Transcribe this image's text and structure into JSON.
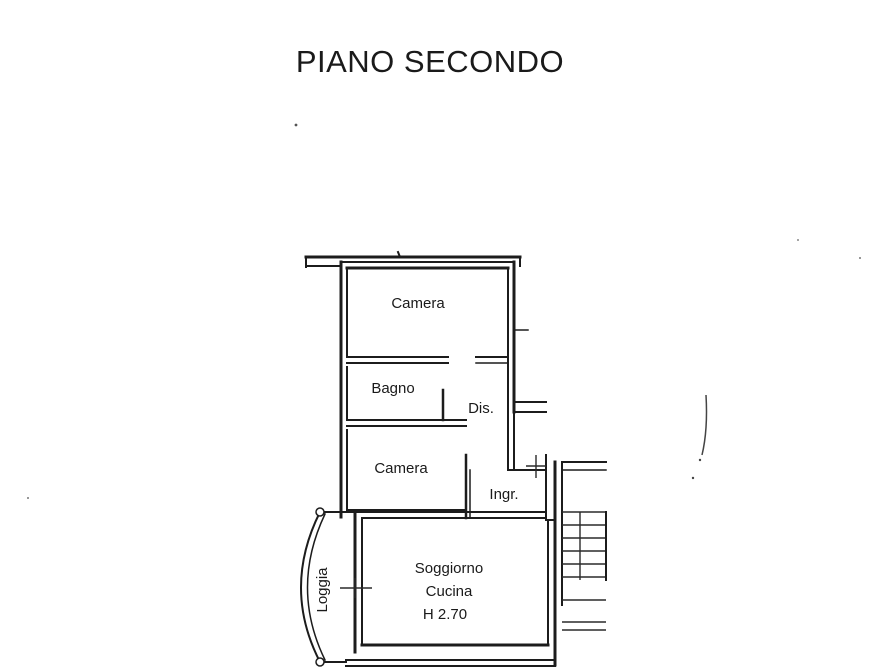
{
  "title": "PIANO SECONDO",
  "rooms": {
    "camera_top": "Camera",
    "bagno": "Bagno",
    "disimpegno": "Dis.",
    "camera_mid": "Camera",
    "ingresso": "Ingr.",
    "soggiorno": "Soggiorno",
    "cucina": "Cucina",
    "height": "H 2.70",
    "loggia": "Loggia"
  },
  "colors": {
    "ink": "#1c1c1c",
    "paper": "#ffffff"
  }
}
